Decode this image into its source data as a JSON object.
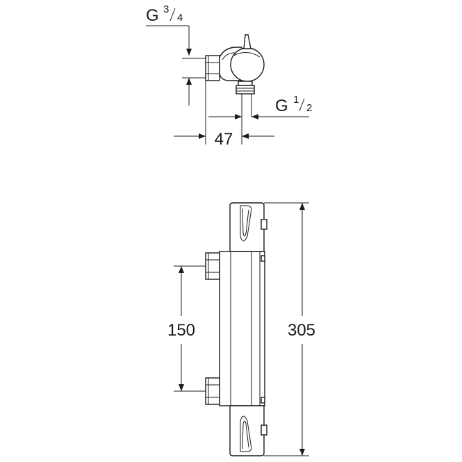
{
  "top_view": {
    "inlet_thread_main": "G",
    "inlet_thread_num": "3",
    "inlet_thread_den": "4",
    "outlet_thread_main": "G",
    "outlet_thread_num": "1",
    "outlet_thread_den": "2",
    "offset_dimension": "47"
  },
  "front_view": {
    "inlet_spacing": "150",
    "total_height": "305"
  }
}
